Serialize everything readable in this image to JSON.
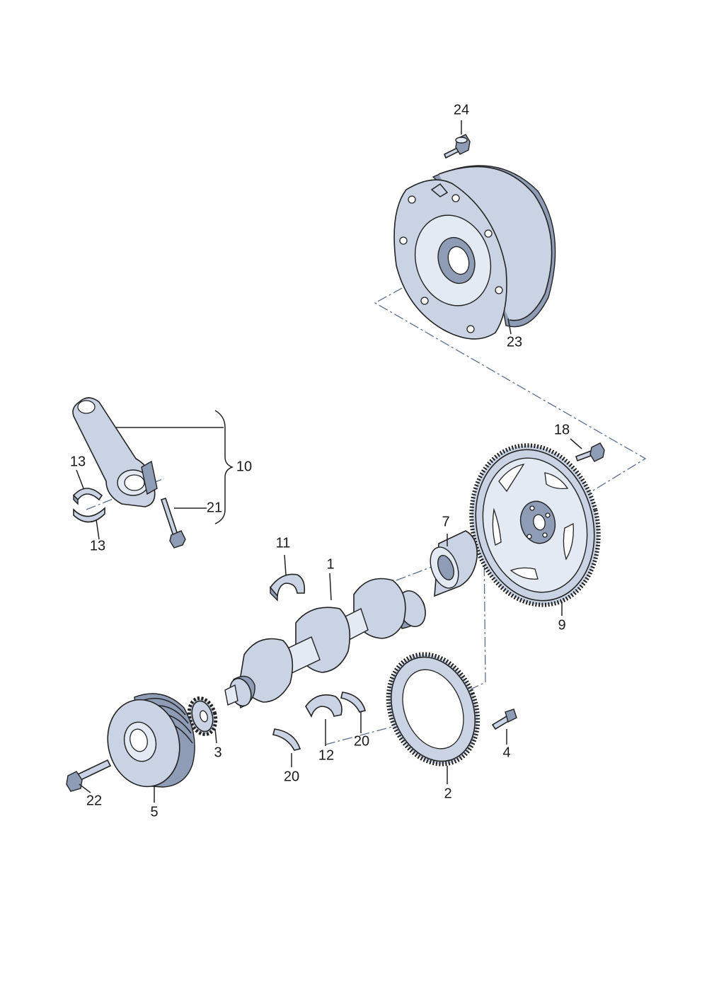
{
  "parts": [
    {
      "id": "p24",
      "label": "24",
      "name": "bolt"
    },
    {
      "id": "p23",
      "label": "23",
      "name": "drive-plate-housing"
    },
    {
      "id": "p18",
      "label": "18",
      "name": "bolt"
    },
    {
      "id": "p10",
      "label": "10",
      "name": "connecting-rod"
    },
    {
      "id": "p13a",
      "label": "13",
      "name": "bearing-shell"
    },
    {
      "id": "p13b",
      "label": "13",
      "name": "bearing-shell"
    },
    {
      "id": "p21",
      "label": "21",
      "name": "bolt"
    },
    {
      "id": "p11",
      "label": "11",
      "name": "bearing-shell"
    },
    {
      "id": "p1",
      "label": "1",
      "name": "crankshaft"
    },
    {
      "id": "p7",
      "label": "7",
      "name": "needle-bearing"
    },
    {
      "id": "p9",
      "label": "9",
      "name": "flywheel"
    },
    {
      "id": "p3",
      "label": "3",
      "name": "sprocket"
    },
    {
      "id": "p20a",
      "label": "20",
      "name": "thrust-washer"
    },
    {
      "id": "p20b",
      "label": "20",
      "name": "thrust-washer"
    },
    {
      "id": "p12",
      "label": "12",
      "name": "bearing-shell"
    },
    {
      "id": "p4",
      "label": "4",
      "name": "bolt"
    },
    {
      "id": "p2",
      "label": "2",
      "name": "sender-wheel"
    },
    {
      "id": "p22",
      "label": "22",
      "name": "bolt"
    },
    {
      "id": "p5",
      "label": "5",
      "name": "vibration-damper"
    }
  ]
}
